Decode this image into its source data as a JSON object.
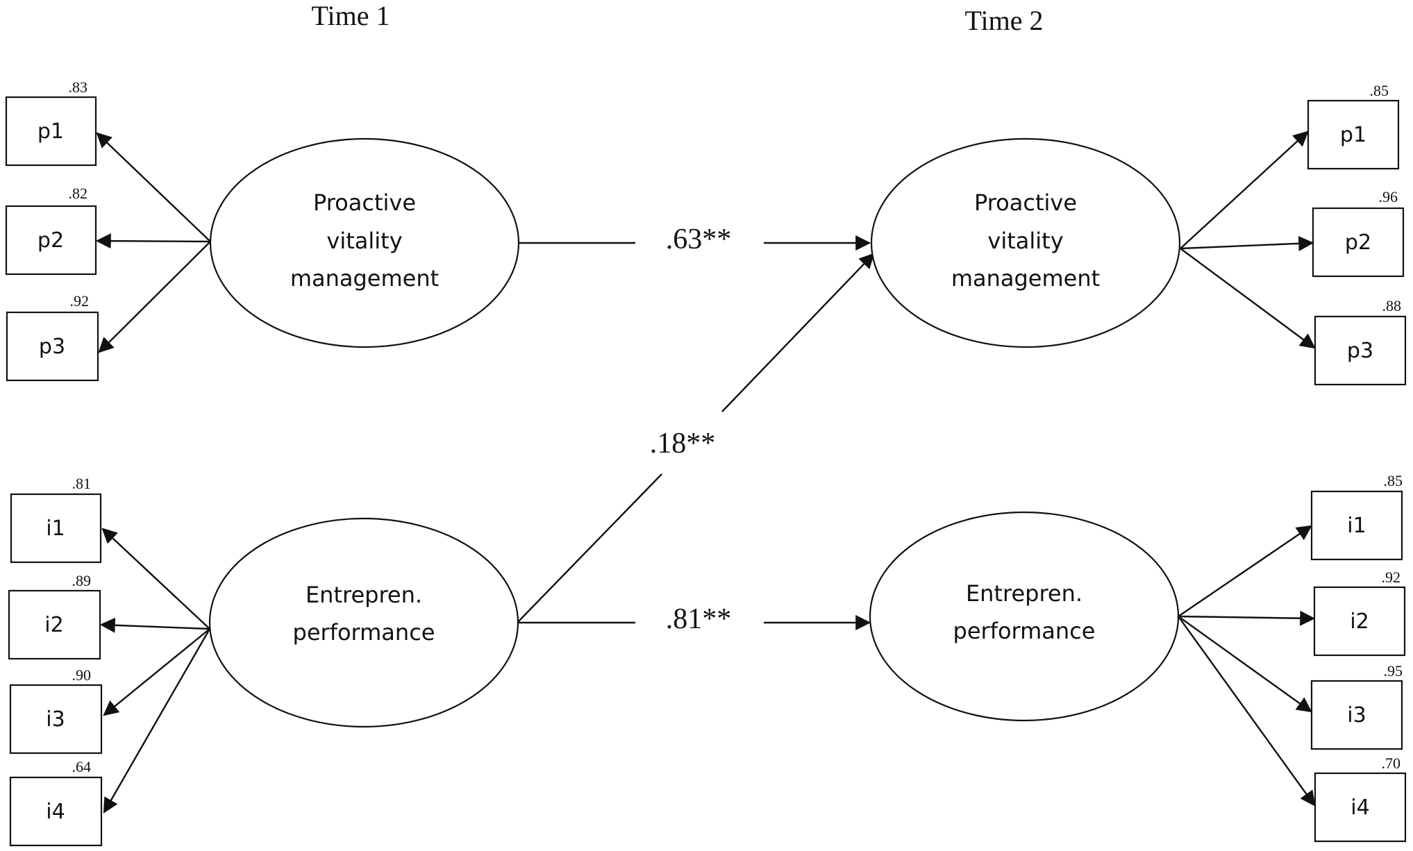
{
  "time_labels": {
    "t1": "Time 1",
    "t2": "Time 2"
  },
  "constructs": {
    "pvm_t1": {
      "lines": [
        "Proactive",
        "vitality",
        "management"
      ]
    },
    "ep_t1": {
      "lines": [
        "Entrepren.",
        "performance"
      ]
    },
    "pvm_t2": {
      "lines": [
        "Proactive",
        "vitality",
        "management"
      ]
    },
    "ep_t2": {
      "lines": [
        "Entrepren.",
        "performance"
      ]
    }
  },
  "indicators": {
    "t1_p1": {
      "label": "p1",
      "loading": ".83"
    },
    "t1_p2": {
      "label": "p2",
      "loading": ".82"
    },
    "t1_p3": {
      "label": "p3",
      "loading": ".92"
    },
    "t1_i1": {
      "label": "i1",
      "loading": ".81"
    },
    "t1_i2": {
      "label": "i2",
      "loading": ".89"
    },
    "t1_i3": {
      "label": "i3",
      "loading": ".90"
    },
    "t1_i4": {
      "label": "i4",
      "loading": ".64"
    },
    "t2_p1": {
      "label": "p1",
      "loading": ".85"
    },
    "t2_p2": {
      "label": "p2",
      "loading": ".96"
    },
    "t2_p3": {
      "label": "p3",
      "loading": ".88"
    },
    "t2_i1": {
      "label": "i1",
      "loading": ".85"
    },
    "t2_i2": {
      "label": "i2",
      "loading": ".92"
    },
    "t2_i3": {
      "label": "i3",
      "loading": ".95"
    },
    "t2_i4": {
      "label": "i4",
      "loading": ".70"
    }
  },
  "paths": {
    "pvm_stability": ".63**",
    "cross_lagged": ".18**",
    "ep_stability": ".81**"
  }
}
